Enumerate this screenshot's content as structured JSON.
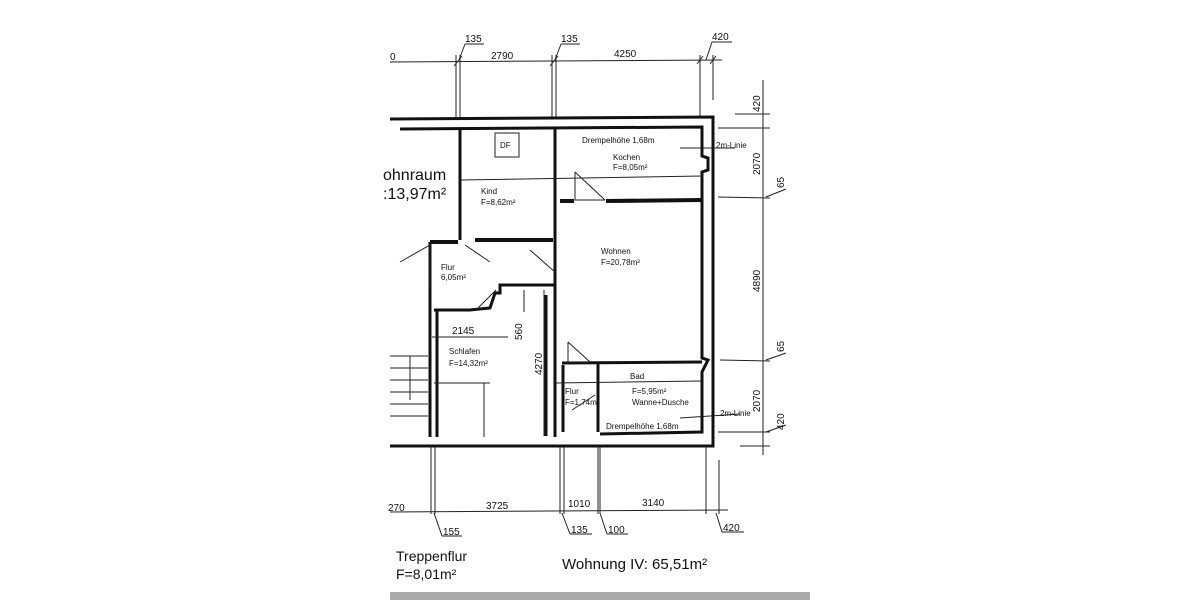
{
  "plan": {
    "top_dims": [
      "0",
      "135",
      "2790",
      "135",
      "4250",
      "420"
    ],
    "right_dims": [
      "420",
      "2070",
      "65",
      "4890",
      "65",
      "2070",
      "420"
    ],
    "bottom_dims": [
      "270",
      "3725",
      "1010",
      "3140",
      "155",
      "135",
      "100",
      "420"
    ],
    "two_m_line": "2m-Linie",
    "rooms": {
      "wohnraum": {
        "name": "ohnraum",
        "area": ":13,97m²"
      },
      "df": "DF",
      "kind": {
        "name": "Kind",
        "area": "F=8,62m²"
      },
      "kochen": {
        "name": "Kochen",
        "area": "F=8,05m²",
        "note": "Drempelhöhe 1,68m"
      },
      "wohnen": {
        "name": "Wohnen",
        "area": "F=20,78m²"
      },
      "flur1": {
        "name": "Flur",
        "area": "6,05m²"
      },
      "schlafen": {
        "name": "Schlafen",
        "area": "F=14,32m²",
        "dims": [
          "2145",
          "560",
          "4270"
        ]
      },
      "flur2": {
        "name": "Flur",
        "area": "F=1,74m²"
      },
      "bad": {
        "name": "Bad",
        "area": "F=5,95m²",
        "fixtures": "Wanne+Dusche",
        "note": "Drempelhöhe 1,68m"
      }
    },
    "treppenflur": {
      "name": "Treppenflur",
      "area": "F=8,01m²"
    },
    "apartment_total": "Wohnung IV: 65,51m²"
  }
}
